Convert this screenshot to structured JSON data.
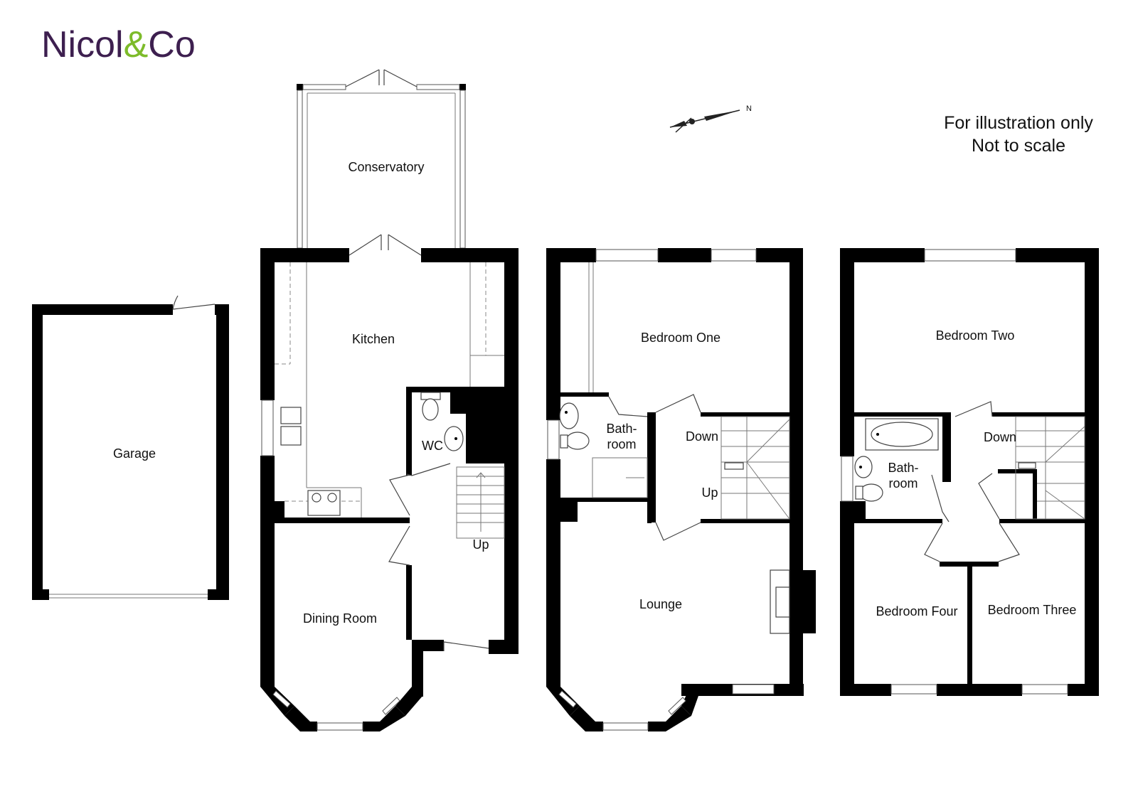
{
  "brand": {
    "name_part1": "Nicol",
    "ampersand": "&",
    "name_part2": "Co",
    "primary_color": "#3d1f4f",
    "accent_color": "#7dbb2a"
  },
  "disclaimer": {
    "line1": "For illustration only",
    "line2": "Not to scale"
  },
  "north_arrow": {
    "label": "N",
    "icon": "north-arrow-icon"
  },
  "rooms": {
    "garage": "Garage",
    "conservatory": "Conservatory",
    "kitchen": "Kitchen",
    "wc": "WC",
    "dining_room": "Dining Room",
    "ground_stair_up": "Up",
    "bedroom_one": "Bedroom One",
    "first_bathroom_line1": "Bath-",
    "first_bathroom_line2": "room",
    "first_stair_down": "Down",
    "first_stair_up": "Up",
    "lounge": "Lounge",
    "bedroom_two": "Bedroom Two",
    "second_bathroom_line1": "Bath-",
    "second_bathroom_line2": "room",
    "second_stair_down": "Down",
    "bedroom_four": "Bedroom Four",
    "bedroom_three": "Bedroom Three"
  }
}
